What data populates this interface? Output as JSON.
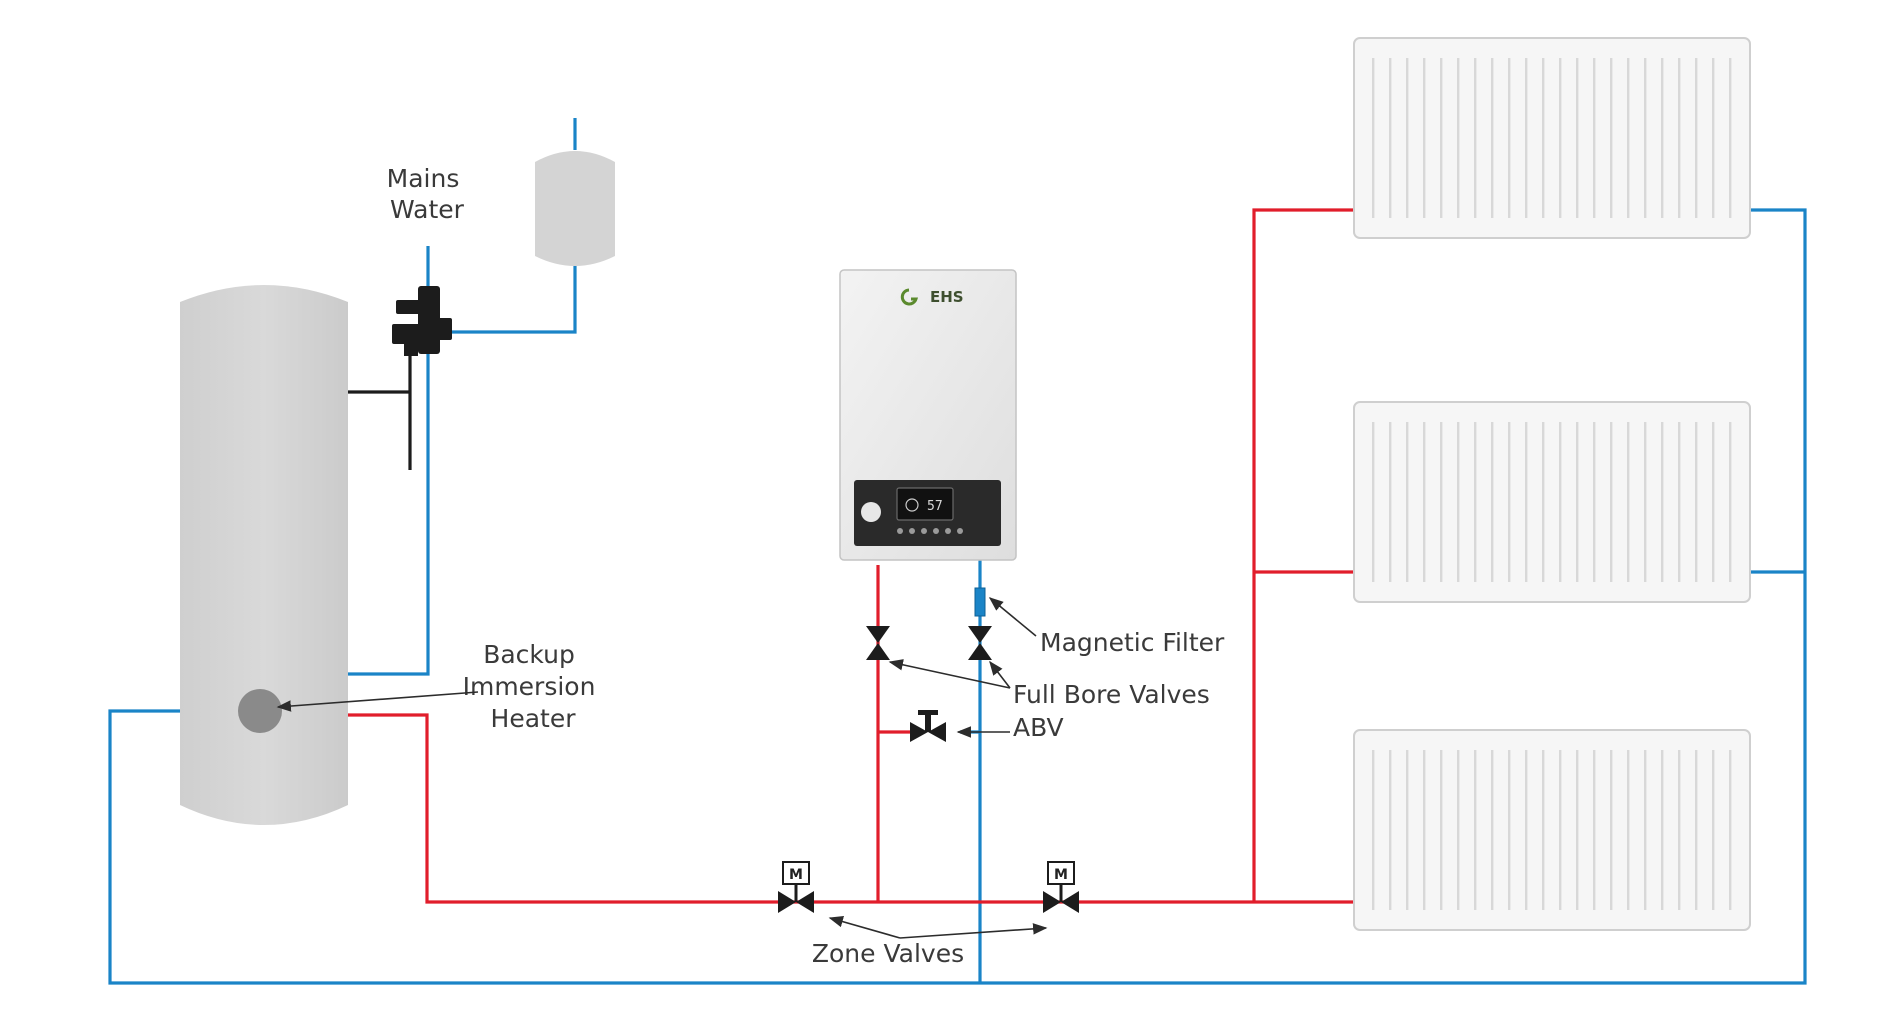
{
  "labels": {
    "mains_water": [
      "Mains",
      "Water"
    ],
    "immersion_heater": [
      "Backup",
      "Immersion",
      "Heater"
    ],
    "magnetic_filter": "Magnetic Filter",
    "full_bore_valves": "Full Bore Valves",
    "abv": "ABV",
    "zone_valves": "Zone Valves"
  },
  "boiler": {
    "brand": "EHS",
    "display_text": "57"
  },
  "valve_actuator_letter": "M",
  "colors": {
    "flow_pipe": "#e11d2b",
    "return_pipe": "#1a84c7",
    "cylinder": "#d2d2d2",
    "radiator": "#f4f4f4"
  }
}
